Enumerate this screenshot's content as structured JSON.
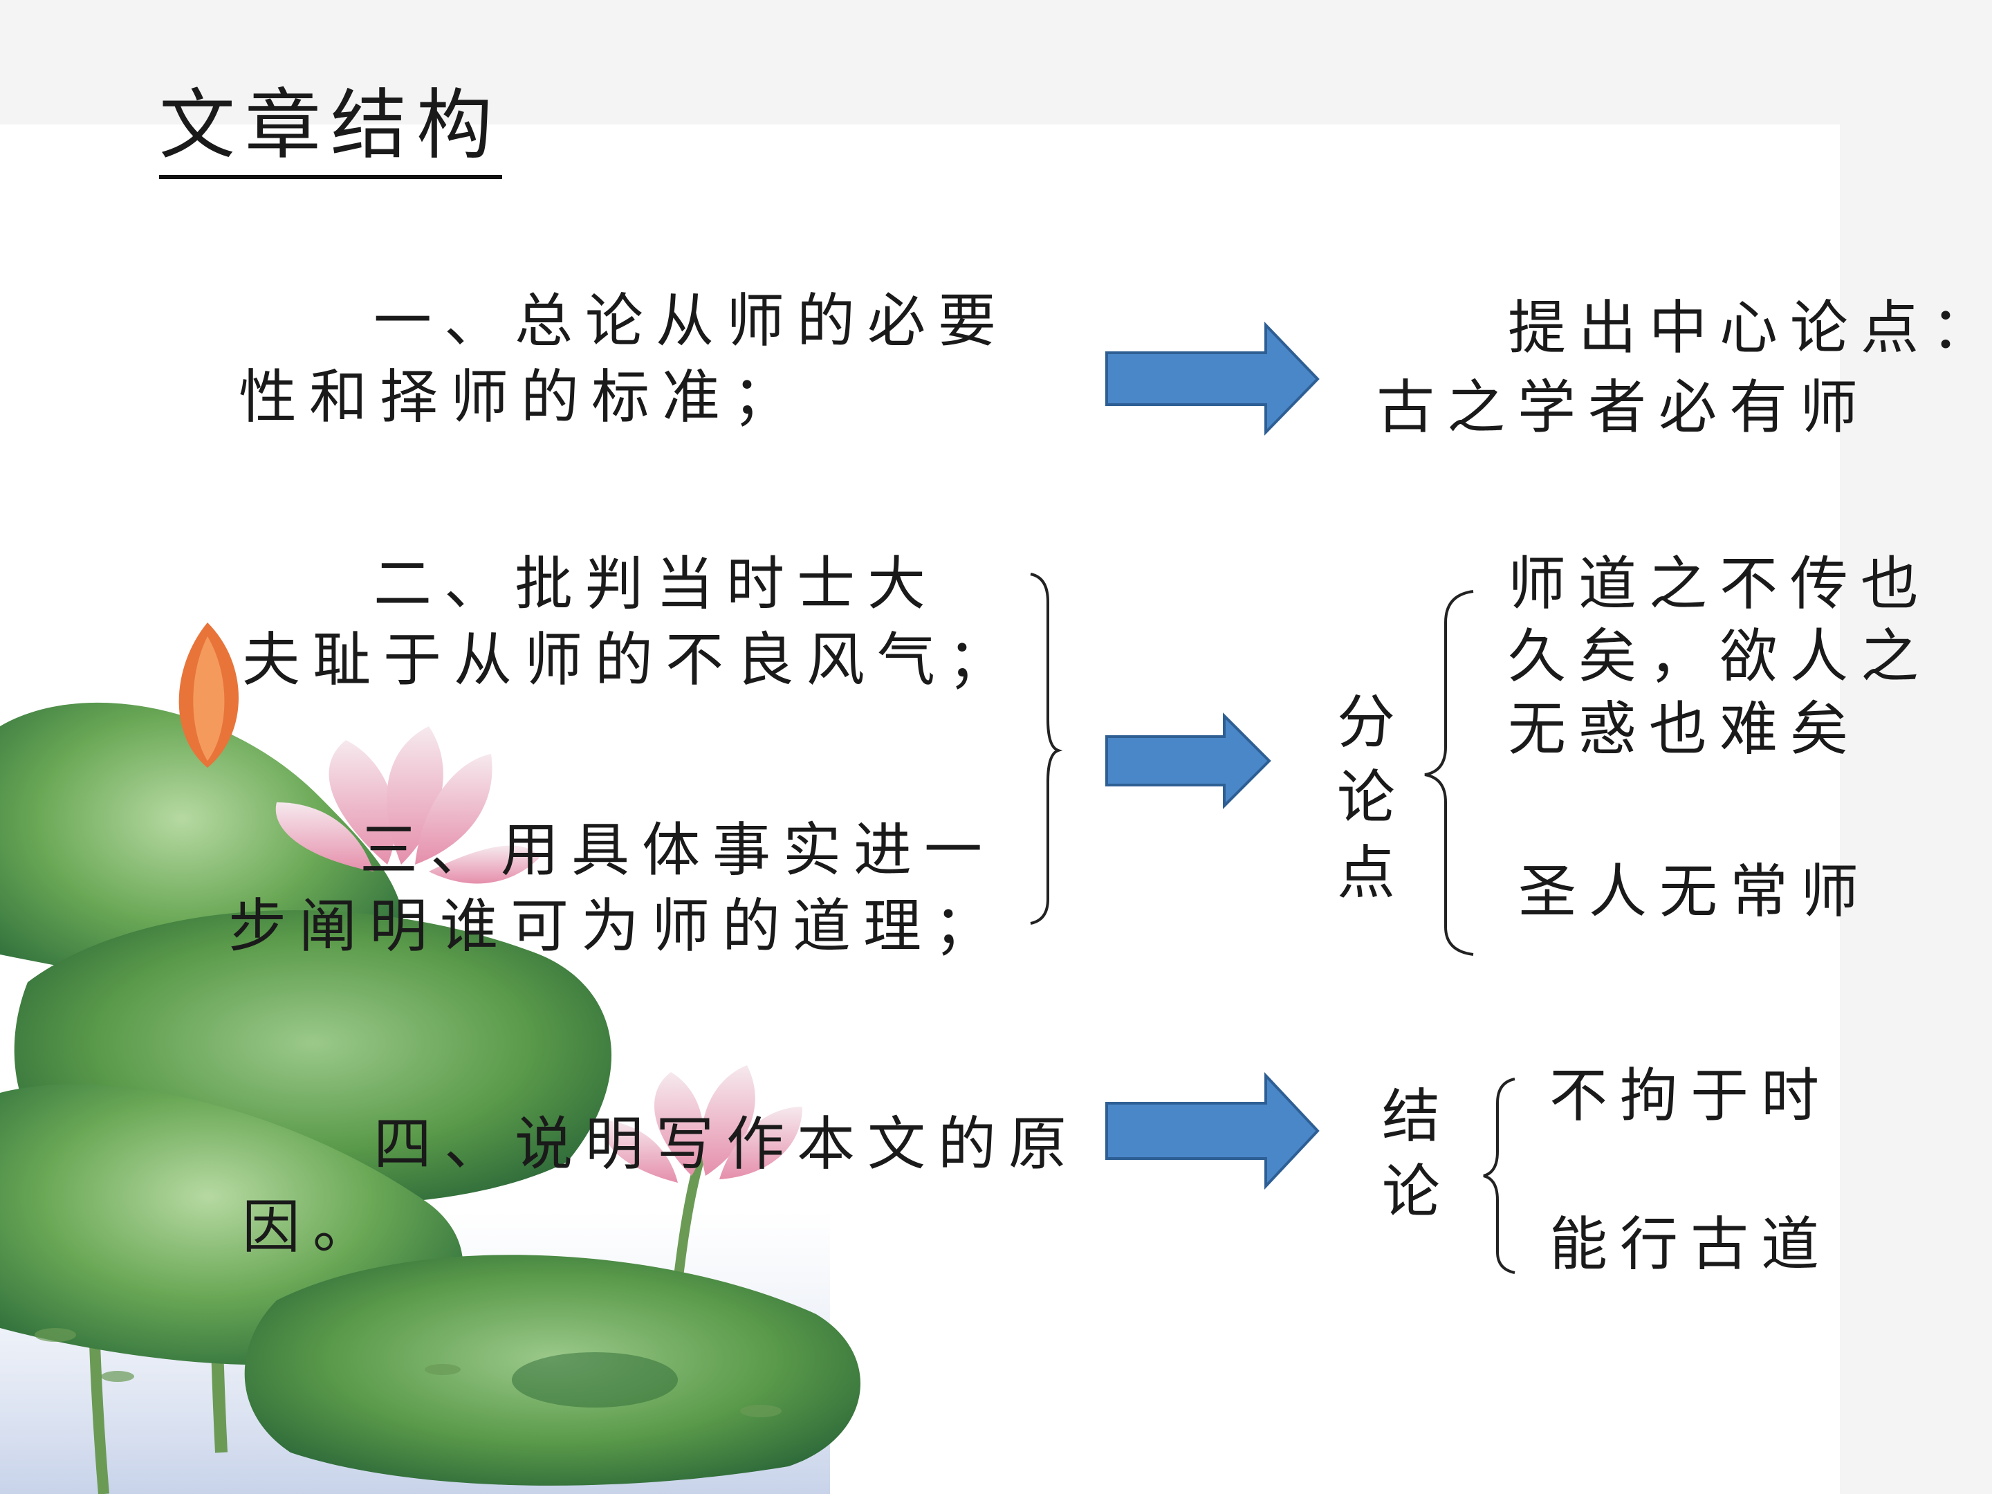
{
  "title": "文章结构",
  "sections": {
    "s1": {
      "line1": "一、总论从师的必要",
      "line2": "性和择师的标准；"
    },
    "s2": {
      "line1": "二、批判当时士大",
      "line2": "夫耻于从师的不良风气；"
    },
    "s3": {
      "line1": "三、用具体事实进一",
      "line2": "步阐明谁可为师的道理；"
    },
    "s4": {
      "line1": "四、说明写作本文的原",
      "line2": "因。"
    }
  },
  "results": {
    "r1": {
      "line1": "提出中心论点：",
      "line2": "古之学者必有师"
    },
    "r2": {
      "label": "分论点",
      "point1": {
        "line1": "师道之不传也",
        "line2": "久矣，欲人之",
        "line3": "无惑也难矣"
      },
      "point2": "圣人无常师"
    },
    "r3": {
      "label": "结论",
      "point1": "不拘于时",
      "point2": "能行古道"
    }
  },
  "colors": {
    "arrow_fill": "#4a87c9",
    "arrow_stroke": "#2e5f94",
    "leaf": "#5a9a4a",
    "lotus": "#e9a3b8",
    "bud": "#e8743a"
  },
  "icons": {
    "arrow": "right-arrow-icon",
    "brace": "curly-brace-icon",
    "decoration": "lotus-painting"
  }
}
